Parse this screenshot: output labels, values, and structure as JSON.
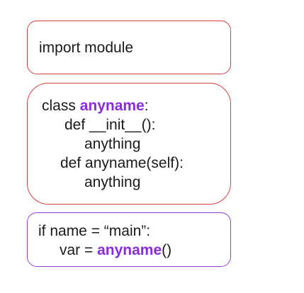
{
  "import_box": {
    "line1": "import module"
  },
  "class_box": {
    "line1_prefix": "class ",
    "line1_keyword": "anyname",
    "line1_suffix": ":",
    "line2": "def __init__():",
    "line3": "anything",
    "line4": "def anyname(self):",
    "line5": "anything"
  },
  "main_box": {
    "line1": "if name = “main”:",
    "line2_prefix": "var = ",
    "line2_keyword": "anyname",
    "line2_suffix": "()"
  },
  "colors": {
    "module_border": "#d94040",
    "main_border": "#9b3fd6",
    "keyword": "#8a2be2"
  }
}
